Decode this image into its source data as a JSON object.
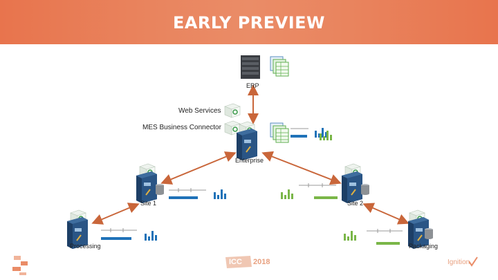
{
  "banner": {
    "title": "EARLY PREVIEW"
  },
  "colors": {
    "accent": "#e8744d",
    "connector": "#c9663a",
    "blue": "#1f72b8",
    "green": "#7ab648",
    "server": "#1d3f66"
  },
  "nodes": {
    "erp": "ERP",
    "web_services": "Web Services",
    "mes_connector": "MES Business Connector",
    "enterprise": "Enterprise",
    "site1": "Site 1",
    "site2": "Site 2",
    "processing": "Processing",
    "packaging": "Packaging"
  },
  "footer": {
    "event_logo": "ICC",
    "event_year": "2018",
    "brand": "Ignition"
  }
}
